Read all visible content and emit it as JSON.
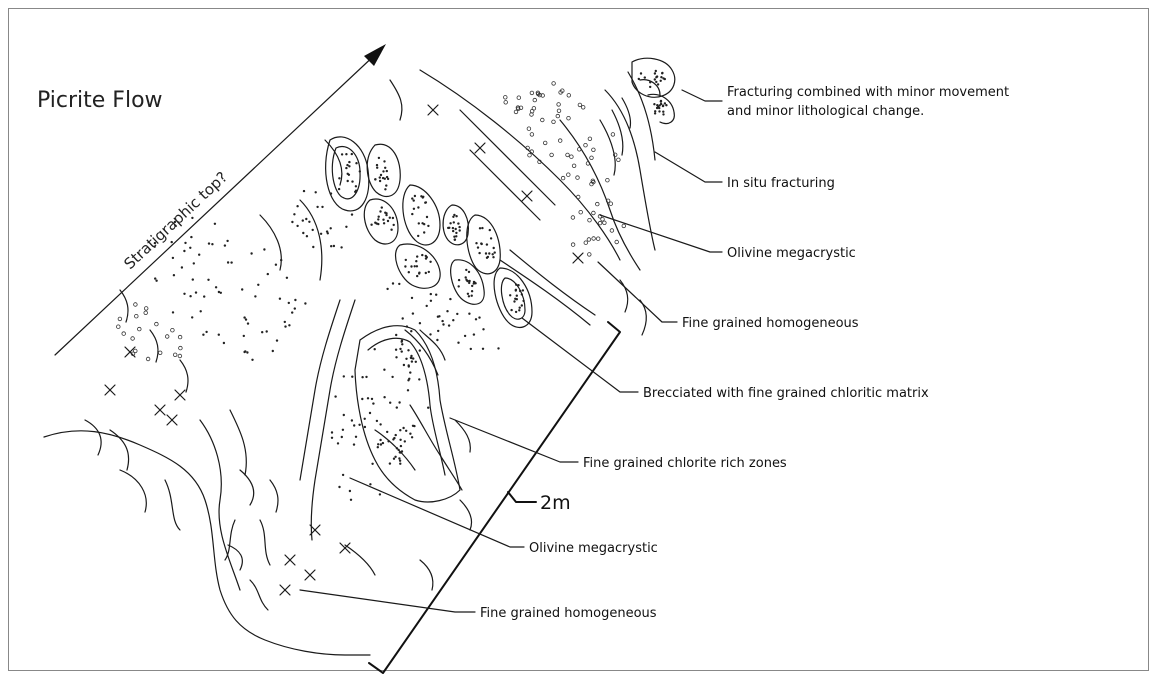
{
  "title": "Picrite Flow",
  "arrow_label": "Stratigraphic top?",
  "scale_label": "2m",
  "labels": {
    "fracturing_line1": "Fracturing combined with minor movement",
    "fracturing_line2": "and minor lithological change.",
    "in_situ": "In situ fracturing",
    "olivine_upper": "Olivine megacrystic",
    "fine_upper": "Fine grained homogeneous",
    "brecciated": "Brecciated with fine grained chloritic matrix",
    "chlorite": "Fine grained chlorite rich zones",
    "olivine_lower": "Olivine megacrystic",
    "fine_lower": "Fine grained homogeneous"
  },
  "colors": {
    "ink": "#1a1a1a",
    "background": "#ffffff",
    "frame": "#888888"
  }
}
